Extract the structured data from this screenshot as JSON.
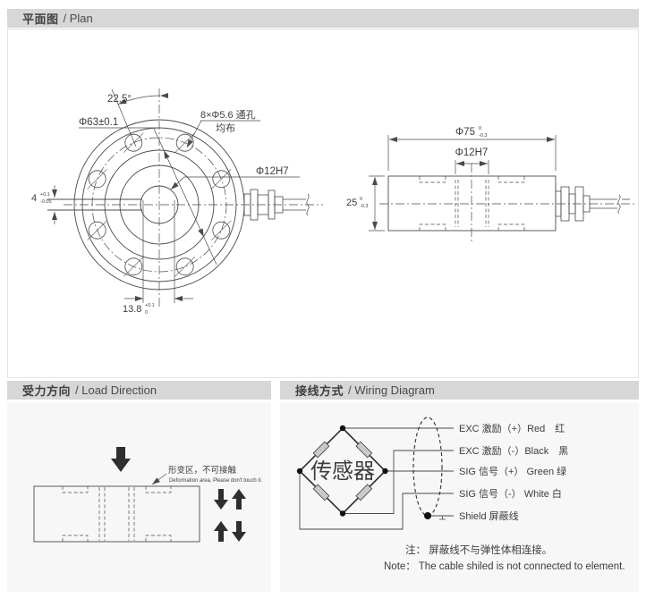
{
  "colors": {
    "header_bg": "#d7d7d7",
    "panel_bg": "#f7f7f7",
    "line": "#4a4a4a",
    "resistor_fill": "#c9c9c9",
    "bridge_text": "#969696",
    "solid_arrow": "#2e2e2e"
  },
  "headers": {
    "plan": {
      "zh": "平面图",
      "en": "/ Plan"
    },
    "load": {
      "zh": "受力方向",
      "en": "/ Load Direction"
    },
    "wiring": {
      "zh": "接线方式",
      "en": "/ Wiring Diagram"
    }
  },
  "plan": {
    "front": {
      "angle": "22.5°",
      "flange_dia": "Φ63±0.1",
      "holes_line1": "8×Φ5.6 通孔",
      "holes_line2": "均布",
      "bore": "Φ12H7",
      "slot_w": "4",
      "slot_w_up": "+0.1",
      "slot_w_dn": "-0.05",
      "slot_l": "13.8",
      "slot_l_up": "+0.1",
      "slot_l_dn": "0"
    },
    "side": {
      "dia": "Φ75",
      "dia_up": "0",
      "dia_dn": "-0.3",
      "bore": "Φ12H7",
      "height": "25",
      "height_up": "0",
      "height_dn": "-0.3"
    }
  },
  "load": {
    "label_zh": "形变区，不可接触",
    "label_en": "Deformation area, Please don't touch it."
  },
  "wiring": {
    "bridge_label": "传感器",
    "labels": [
      "EXC 激励（+）Red　红",
      "EXC 激励（-）Black　黑",
      "SIG 信号（+） Green 绿",
      "SIG 信号（-） White 白",
      "Shield  屏蔽线"
    ],
    "note_zh": "注： 屏蔽线不与弹性体相连接。",
    "note_en": "Note： The cable shiled is not connected to element."
  }
}
